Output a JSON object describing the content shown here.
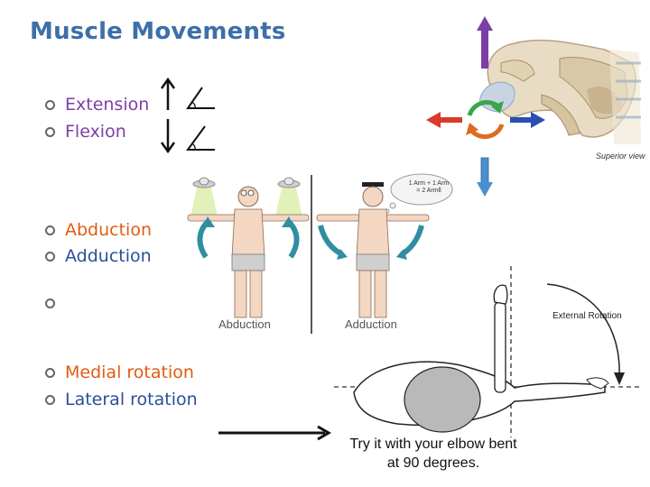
{
  "slide": {
    "title": "Muscle Movements",
    "bullets": [
      {
        "text": "Extension",
        "color": "#7c3fa8"
      },
      {
        "text": "Flexion",
        "color": "#7c3fa8"
      },
      {
        "text": "Abduction",
        "color": "#e05c12"
      },
      {
        "text": "Adduction",
        "color": "#2a4f9a"
      },
      {
        "text": "",
        "color": "#333333"
      },
      {
        "text": "Medial rotation",
        "color": "#e05c12"
      },
      {
        "text": "Lateral rotation",
        "color": "#2a4f9a"
      }
    ]
  },
  "figures": {
    "shoulder_caption": "Superior view",
    "abduction_label": "Abduction",
    "adduction_label": "Adduction",
    "thought_bubble": "1 Arm + 1 Arm = 2 Armll",
    "external_rotation_label": "External Rotation",
    "elbow_note": "Try it with your elbow bent at 90 degrees."
  },
  "colors": {
    "title": "#3d6fa8",
    "arrow_up": "#7c3fa8",
    "arrow_down": "#4a90d0",
    "arrow_left": "#d93a2a",
    "arrow_right": "#2a4fb0",
    "rotation_green": "#3aa64a",
    "rotation_orange": "#e06a22",
    "teal_arrow": "#2f8fa0"
  },
  "icons": [
    "up-arrow-icon",
    "down-arrow-icon",
    "angle-icon",
    "ufo-icon",
    "long-right-arrow-icon"
  ]
}
